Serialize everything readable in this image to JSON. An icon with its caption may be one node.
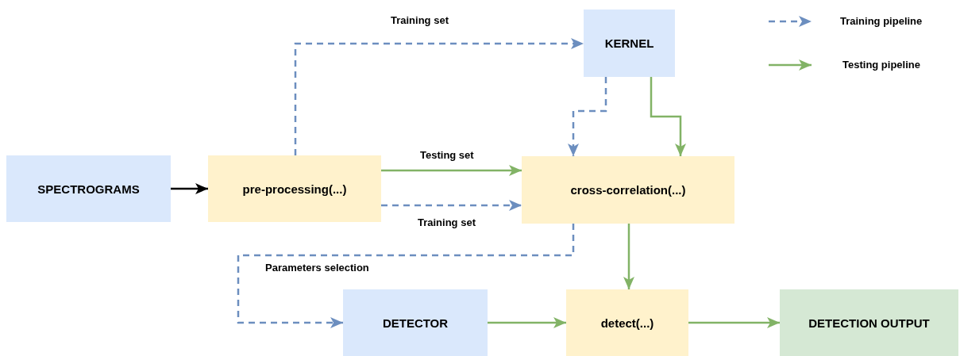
{
  "diagram": {
    "nodes": [
      {
        "text": [
          "SPECTROGRAMS"
        ]
      },
      {
        "text": [
          "pre-processing(...)"
        ]
      },
      {
        "text": [
          "KERNEL"
        ]
      },
      {
        "text": [
          "cross-correlation(...)"
        ]
      },
      {
        "text": [
          "DETECTOR"
        ]
      },
      {
        "text": [
          "detect(...)"
        ]
      },
      {
        "text": [
          "DETECTION OUTPUT"
        ]
      }
    ],
    "edges": [
      {
        "from": 0,
        "to": 1,
        "arrow": "to",
        "color": "#000000"
      },
      {
        "from": 1,
        "to": 2,
        "arrow": "to",
        "label": "Training set",
        "style": "dashed",
        "color": "#6c8ebf"
      },
      {
        "from": 1,
        "to": 3,
        "arrow": "to",
        "label": "Testing set"
      },
      {
        "from": 1,
        "to": 3,
        "arrow": "to",
        "label": "Training set",
        "style": "dashed",
        "color": "#6c8ebf"
      },
      {
        "from": 2,
        "to": 3,
        "arrow": "to",
        "style": "dashed",
        "color": "#6c8ebf"
      },
      {
        "from": 2,
        "to": 3,
        "arrow": "to"
      },
      {
        "from": 3,
        "to": 4,
        "arrow": "to",
        "label": "Parameters selection",
        "style": "dashed",
        "color": "#6c8ebf"
      },
      {
        "from": 3,
        "to": 5,
        "arrow": "to"
      },
      {
        "from": 4,
        "to": 5,
        "arrow": "to"
      },
      {
        "from": 5,
        "to": 6,
        "arrow": "to"
      }
    ],
    "legend": [
      {
        "text": "Training pipeline"
      },
      {
        "text": "Testing pipeline"
      }
    ]
  }
}
